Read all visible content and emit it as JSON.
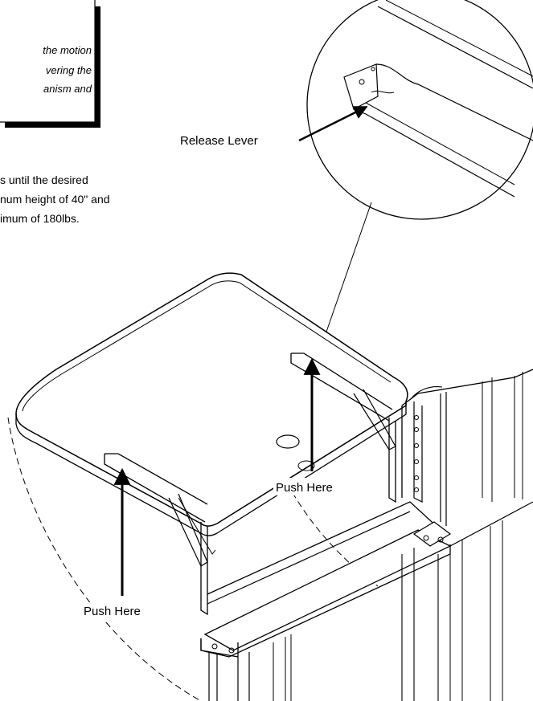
{
  "caution_box": {
    "lines": [
      "the motion",
      "vering the",
      "anism and"
    ]
  },
  "instructions": {
    "lines": [
      "s until the desired",
      "num height of 40\" and",
      "imum of 180lbs."
    ]
  },
  "callouts": {
    "release_lever": "Release Lever",
    "push_here_right": "Push Here",
    "push_here_left": "Push Here"
  },
  "colors": {
    "line": "#000000",
    "background": "#ffffff"
  }
}
